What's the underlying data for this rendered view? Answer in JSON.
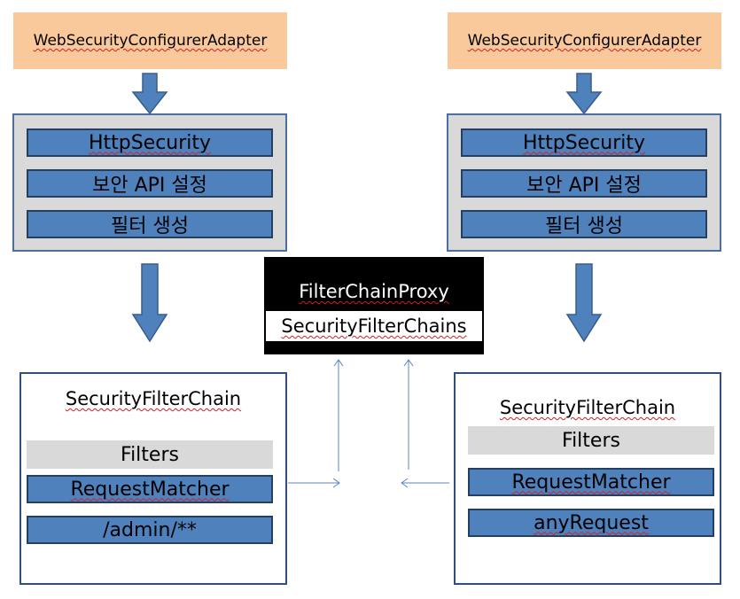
{
  "left": {
    "adapter": "WebSecurityConfigurerAdapter",
    "http_security": "HttpSecurity",
    "api_config": "보안 API 설정",
    "filter_create": "필터 생성",
    "chain_title": "SecurityFilterChain",
    "filters": "Filters",
    "matcher": "RequestMatcher",
    "pattern": "/admin/**"
  },
  "right": {
    "adapter": "WebSecurityConfigurerAdapter",
    "http_security": "HttpSecurity",
    "api_config": "보안 API 설정",
    "filter_create": "필터 생성",
    "chain_title": "SecurityFilterChain",
    "filters": "Filters",
    "matcher": "RequestMatcher",
    "pattern": "anyRequest"
  },
  "proxy": {
    "title": "FilterChainProxy",
    "chains": "SecurityFilterChains"
  },
  "colors": {
    "adapter": "#f9c89b",
    "panel": "#d9d9d9",
    "bar": "#4f81bd",
    "arrow": "#4f81bd",
    "proxy": "#000000"
  }
}
